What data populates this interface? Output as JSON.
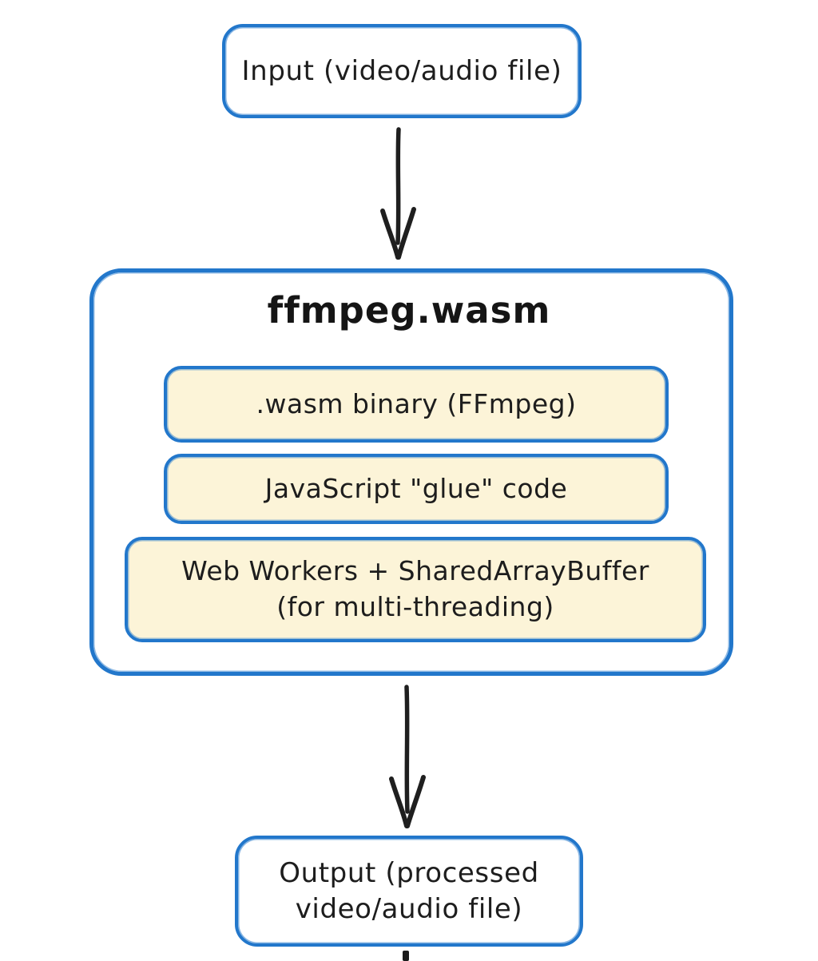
{
  "diagram": {
    "input": {
      "label": "Input (video/audio file)"
    },
    "container": {
      "title": "ffmpeg.wasm",
      "items": [
        {
          "label": ".wasm binary (FFmpeg)"
        },
        {
          "label": "JavaScript \"glue\" code"
        },
        {
          "line1": "Web Workers + SharedArrayBuffer",
          "line2": "(for multi-threading)"
        }
      ]
    },
    "output": {
      "line1": "Output (processed",
      "line2": "video/audio file)"
    },
    "colors": {
      "stroke_blue": "#2277cb",
      "item_fill_cream": "#fcf4d8",
      "node_fill": "#ffffff",
      "arrow_black": "#1f1f1f",
      "text": "#1d1d1d",
      "background": "#ffffff"
    }
  }
}
